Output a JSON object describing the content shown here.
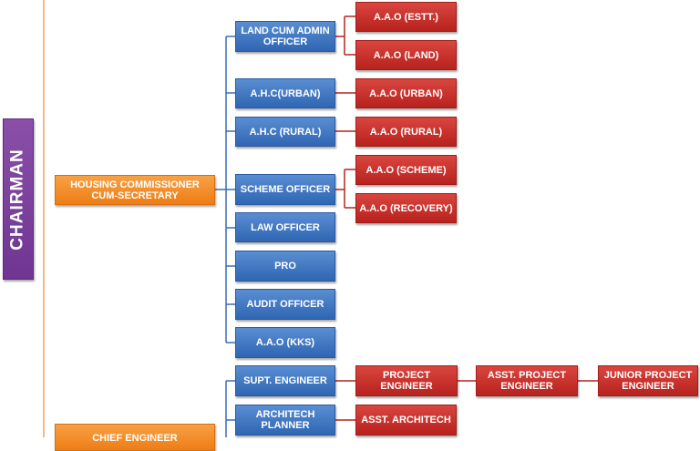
{
  "chairman": "CHAIRMAN",
  "housing_commissioner": "HOUSING COMMISSIONER CUM-SECRETARY",
  "chief_engineer": "CHIEF ENGINEER",
  "officers": {
    "land_cum_admin": "LAND CUM ADMIN OFFICER",
    "ahc_urban": "A.H.C(URBAN)",
    "ahc_rural": "A.H.C (RURAL)",
    "scheme_officer": "SCHEME OFFICER",
    "law_officer": "LAW OFFICER",
    "pro": "PRO",
    "audit_officer": "AUDIT OFFICER",
    "aao_kks": "A.A.O (KKS)",
    "supt_engineer": "SUPT. ENGINEER",
    "architech_planner": "ARCHITECH PLANNER"
  },
  "aao": {
    "estt": "A.A.O (ESTT.)",
    "land": "A.A.O (LAND)",
    "urban": "A.A.O (URBAN)",
    "rural": "A.A.O (RURAL)",
    "scheme": "A.A.O (SCHEME)",
    "recovery": "A.A.O (RECOVERY)"
  },
  "engineering": {
    "project_engineer": "PROJECT ENGINEER",
    "asst_project_engineer": "ASST. PROJECT ENGINEER",
    "junior_project_engineer": "JUNIOR PROJECT ENGINEER",
    "asst_architech": "ASST. ARCHITECH"
  },
  "colors": {
    "orange_line": "#f0a060",
    "blue_line": "#3a6db5",
    "red_line": "#b8221e"
  }
}
